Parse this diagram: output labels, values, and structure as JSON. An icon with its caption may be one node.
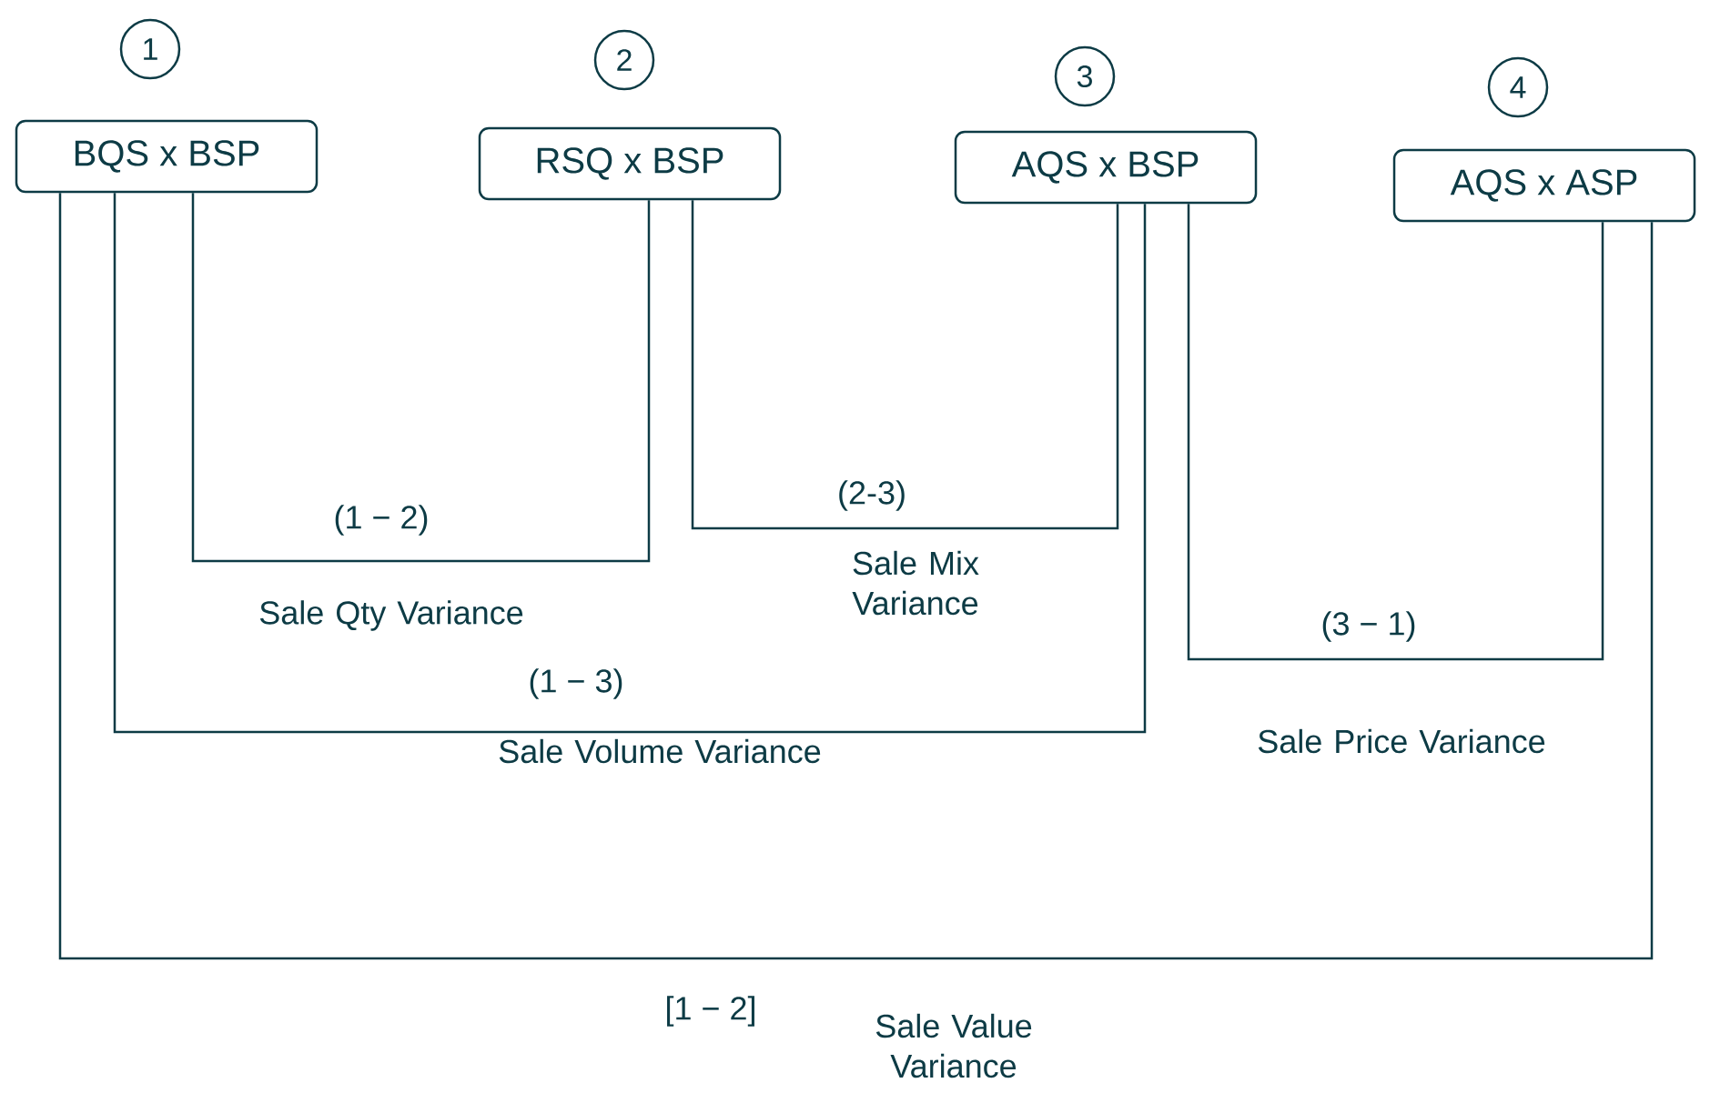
{
  "diagram": {
    "nodes": [
      {
        "text": [
          "1"
        ]
      },
      {
        "text": [
          "2"
        ]
      },
      {
        "text": [
          "3"
        ]
      },
      {
        "text": [
          "4"
        ]
      },
      {
        "text": [
          "BQS x BSP"
        ]
      },
      {
        "text": [
          "RSQ x BSP"
        ]
      },
      {
        "text": [
          "AQS x BSP"
        ]
      },
      {
        "text": [
          "AQS x ASP"
        ]
      }
    ],
    "edges": [
      {
        "from": 4,
        "to": 5,
        "arrow": "none",
        "label": "(1 − 2)"
      },
      {
        "from": 5,
        "to": 6,
        "arrow": "none",
        "label": "(2-3)"
      },
      {
        "from": 4,
        "to": 6,
        "arrow": "none",
        "label": "(1 − 3)"
      },
      {
        "from": 6,
        "to": 7,
        "arrow": "none",
        "label": "(3 − 1)"
      },
      {
        "from": 4,
        "to": 7,
        "arrow": "none",
        "label": "[1 − 2]"
      }
    ],
    "labels": [
      "Sale Qty Variance",
      "Sale Mix Variance",
      "Sale Volume Variance",
      "Sale Price Variance",
      "Sale Value Variance"
    ]
  }
}
